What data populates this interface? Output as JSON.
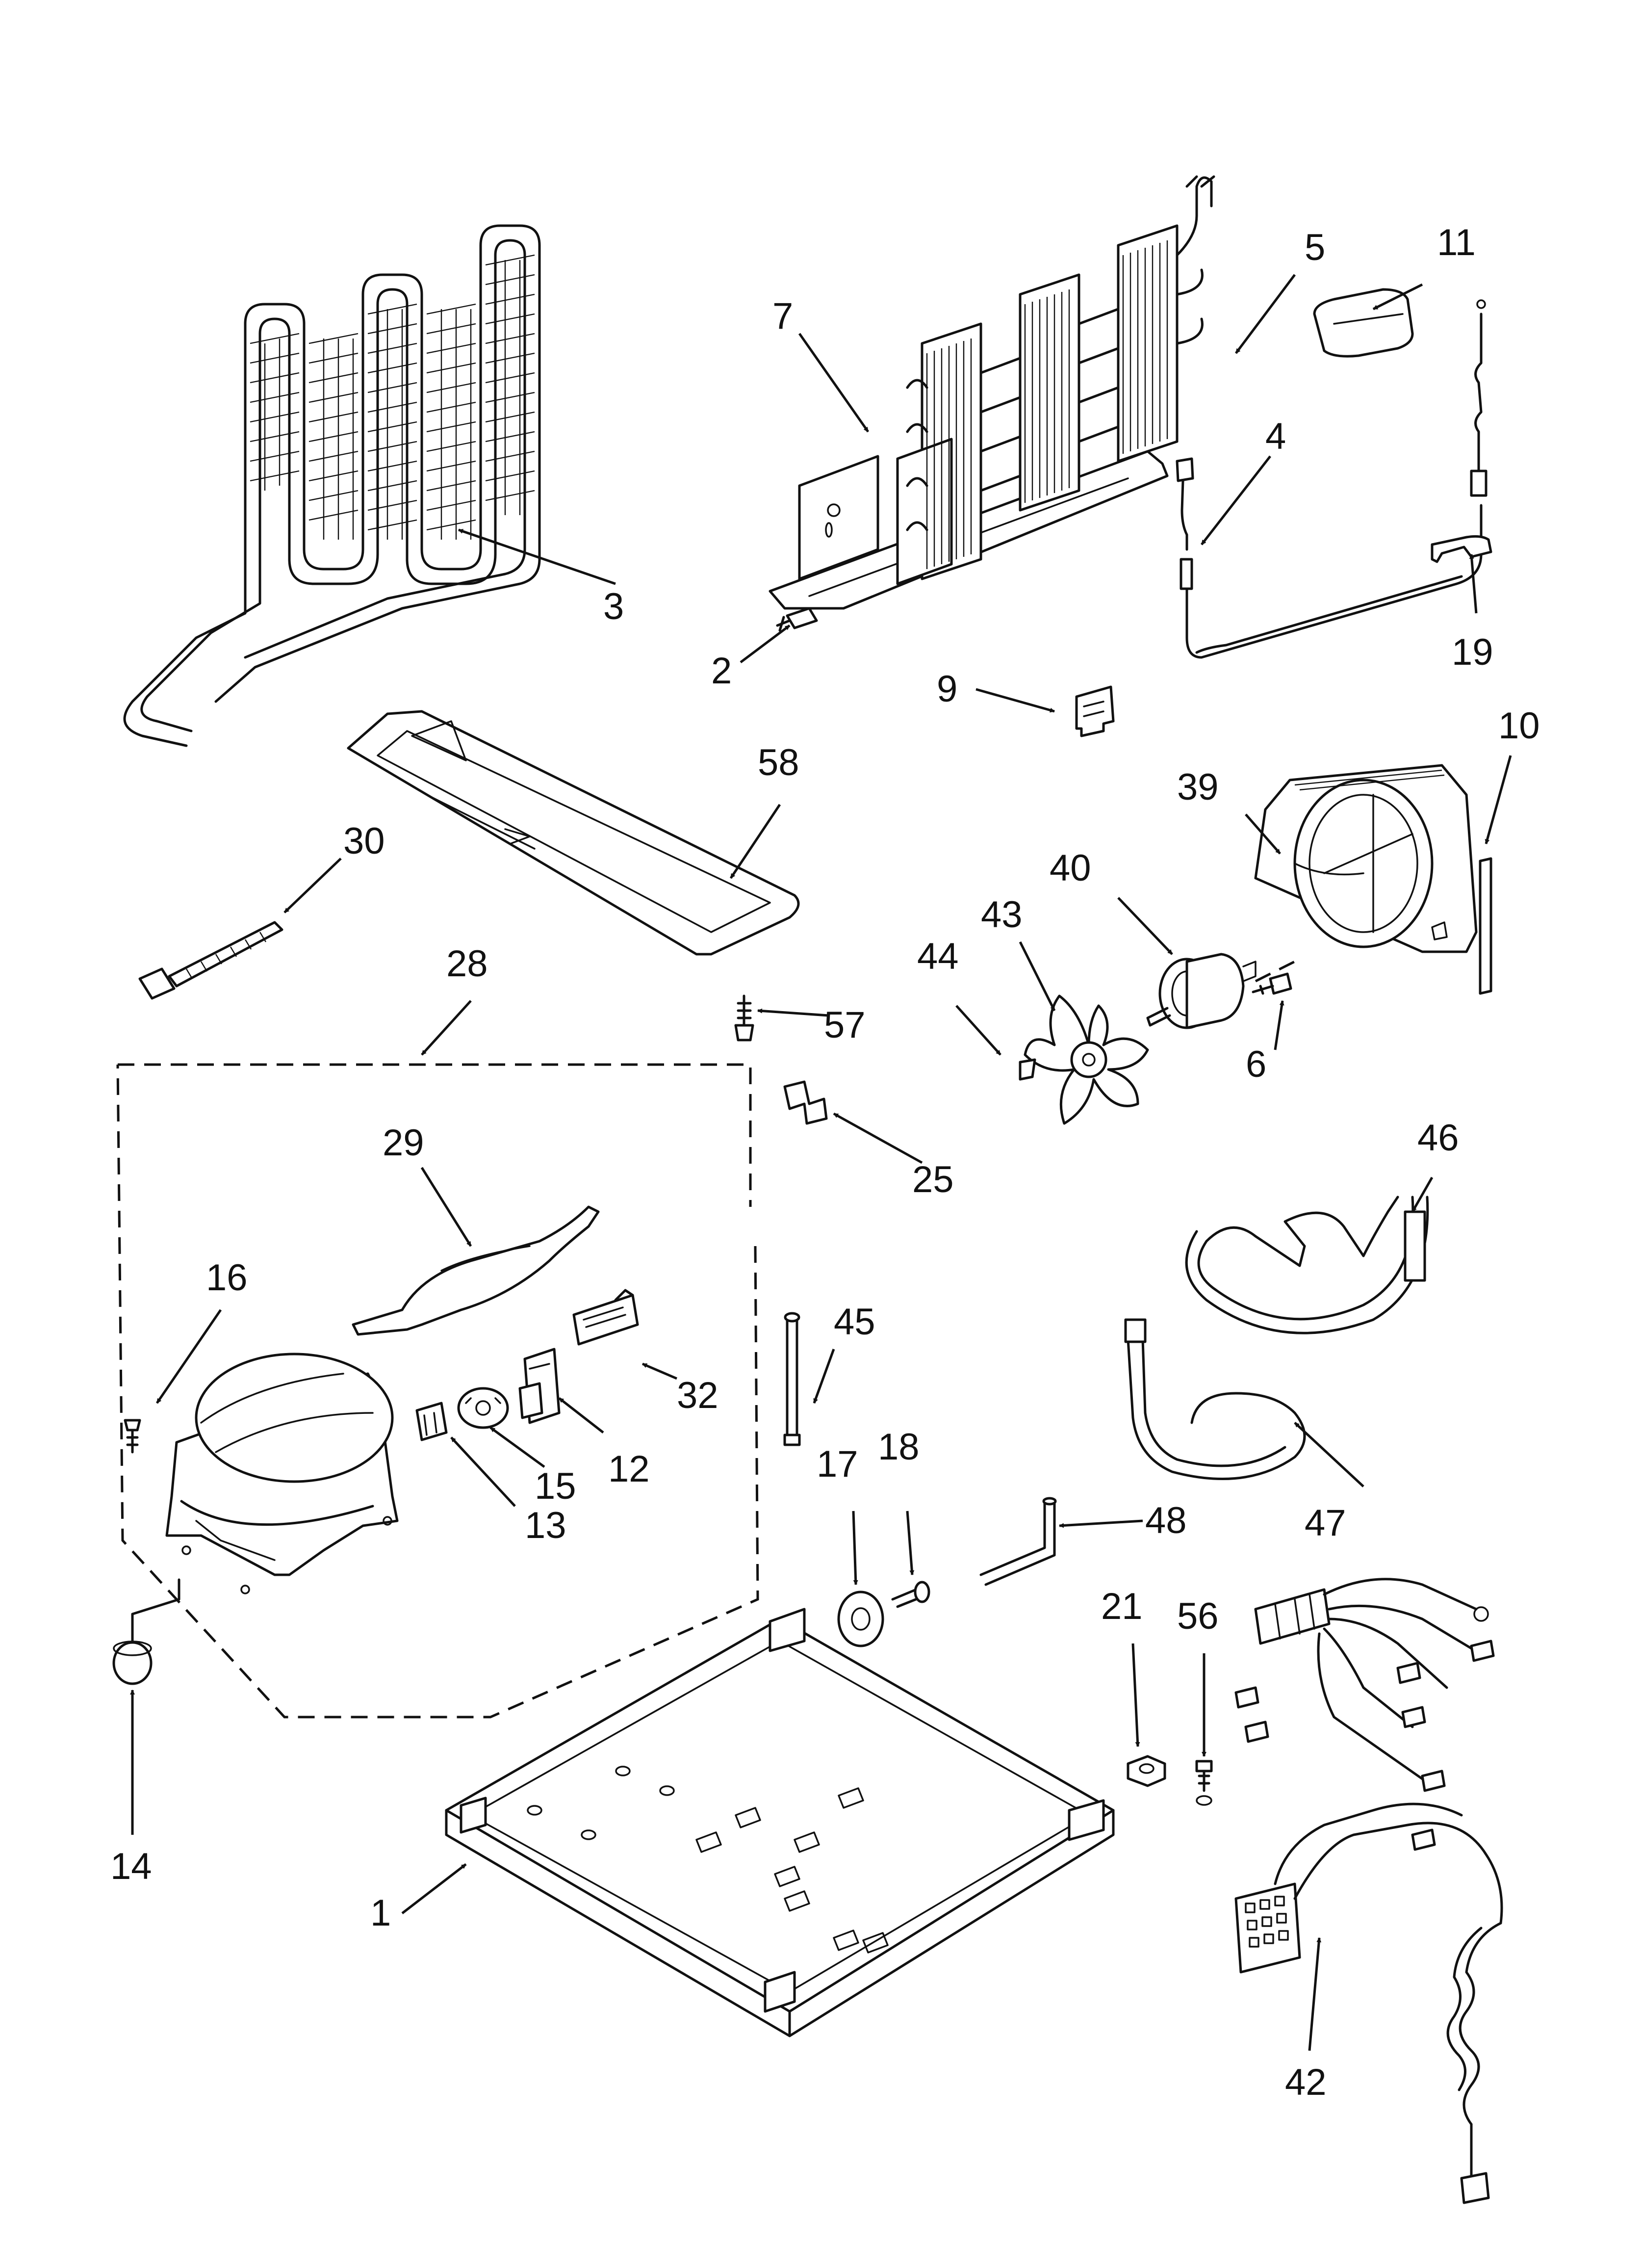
{
  "parts": [
    {
      "id": "1",
      "label": "1"
    },
    {
      "id": "2",
      "label": "2"
    },
    {
      "id": "3",
      "label": "3"
    },
    {
      "id": "4",
      "label": "4"
    },
    {
      "id": "5",
      "label": "5"
    },
    {
      "id": "6",
      "label": "6"
    },
    {
      "id": "7",
      "label": "7"
    },
    {
      "id": "9",
      "label": "9"
    },
    {
      "id": "10",
      "label": "10"
    },
    {
      "id": "11",
      "label": "11"
    },
    {
      "id": "12",
      "label": "12"
    },
    {
      "id": "13",
      "label": "13"
    },
    {
      "id": "14",
      "label": "14"
    },
    {
      "id": "15",
      "label": "15"
    },
    {
      "id": "16",
      "label": "16"
    },
    {
      "id": "17",
      "label": "17"
    },
    {
      "id": "18",
      "label": "18"
    },
    {
      "id": "19",
      "label": "19"
    },
    {
      "id": "21",
      "label": "21"
    },
    {
      "id": "25",
      "label": "25"
    },
    {
      "id": "28",
      "label": "28"
    },
    {
      "id": "29",
      "label": "29"
    },
    {
      "id": "30",
      "label": "30"
    },
    {
      "id": "32",
      "label": "32"
    },
    {
      "id": "39",
      "label": "39"
    },
    {
      "id": "40",
      "label": "40"
    },
    {
      "id": "42",
      "label": "42"
    },
    {
      "id": "43",
      "label": "43"
    },
    {
      "id": "44",
      "label": "44"
    },
    {
      "id": "45",
      "label": "45"
    },
    {
      "id": "46",
      "label": "46"
    },
    {
      "id": "47",
      "label": "47"
    },
    {
      "id": "48",
      "label": "48"
    },
    {
      "id": "56",
      "label": "56"
    },
    {
      "id": "57",
      "label": "57"
    },
    {
      "id": "58",
      "label": "58"
    }
  ],
  "colors": {
    "ink": "#111111",
    "paper": "#ffffff"
  }
}
